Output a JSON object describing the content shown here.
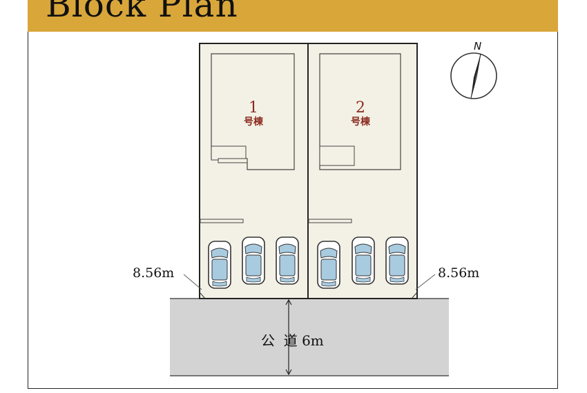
{
  "header": {
    "title": "Block Plan"
  },
  "lots": [
    {
      "number": "1",
      "suffix": "号棟"
    },
    {
      "number": "2",
      "suffix": "号棟"
    }
  ],
  "dimensions": {
    "left_frontage": "8.56m",
    "right_frontage": "8.56m"
  },
  "road": {
    "label": "公  道 6m"
  },
  "compass": {
    "north_label": "N"
  },
  "colors": {
    "banner": "#d9a63a",
    "lot_fill": "#f3f1e6",
    "road_fill": "#d3d3d3",
    "lot_number": "#8b2a1e",
    "car_glass": "#a9cbe0"
  }
}
